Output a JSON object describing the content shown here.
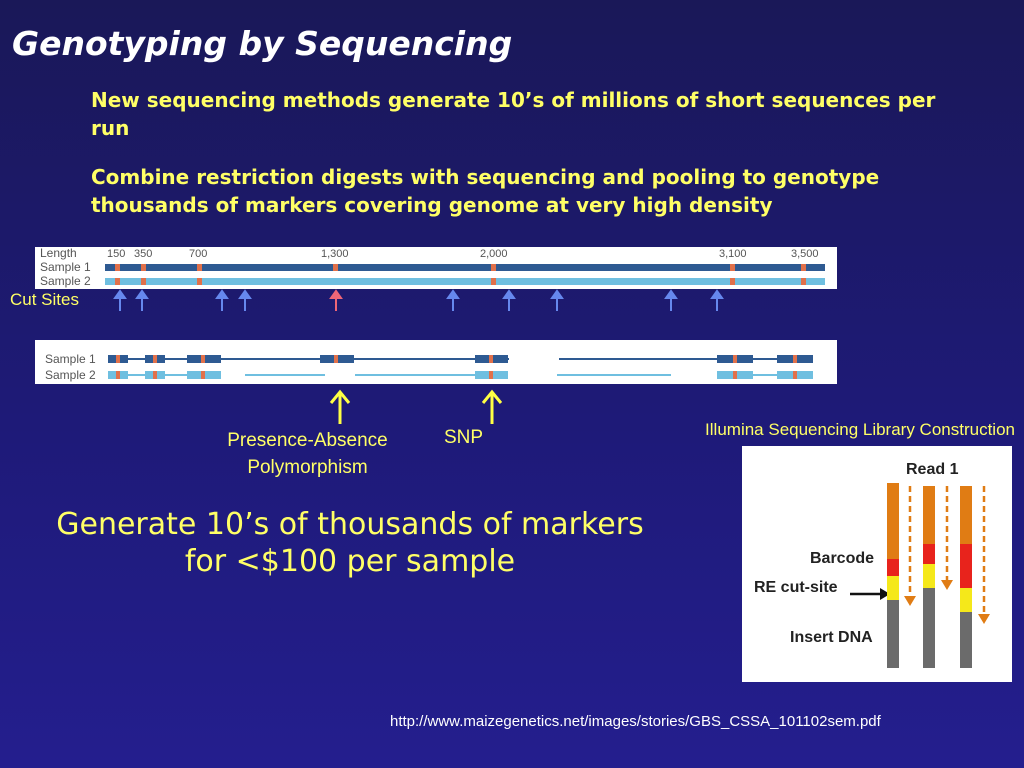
{
  "title": "Genotyping by Sequencing",
  "bullets": [
    {
      "mark": "",
      "text": "New sequencing methods generate 10’s of millions of short sequences per run"
    },
    {
      "mark": "",
      "text": "Combine restriction digests with sequencing and pooling to genotype thousands of markers covering genome at very high density"
    }
  ],
  "panel_top": {
    "row_labels": [
      "Length",
      "Sample 1",
      "Sample 2"
    ],
    "tick_labels": [
      "150",
      "350",
      "700",
      "1,300",
      "2,000",
      "3,100",
      "3,500"
    ]
  },
  "cut_sites_label": "Cut Sites",
  "panel_bottom": {
    "row_labels": [
      "Sample 1",
      "Sample 2"
    ]
  },
  "pav_label": "Presence-Absence Polymorphism",
  "snp_label": "SNP",
  "illumina_title": "Illumina Sequencing Library Construction",
  "illustration": {
    "read_label": "Read 1",
    "barcode_label": "Barcode",
    "cutsite_label": "RE cut-site",
    "insert_label": "Insert DNA"
  },
  "big_text": {
    "line1": "Generate 10’s of thousands of markers",
    "line2": "for <$100 per sample"
  },
  "source_url": "http://www.maizegenetics.net/images/stories/GBS_CSSA_101102sem.pdf",
  "colors": {
    "background": "#1e1a78",
    "title": "#ffffff",
    "text_yellow": "#ffff66",
    "sample1_band": "#2e5a92",
    "sample2_band": "#6fbfe0",
    "cut_site_mark": "#e0704a",
    "arrow_blue": "#6688ee",
    "arrow_red": "#ee6677",
    "barcode": "#e8231c",
    "re_cut": "#f5e81a",
    "read": "#e07c14",
    "insert": "#6b6b6b"
  }
}
